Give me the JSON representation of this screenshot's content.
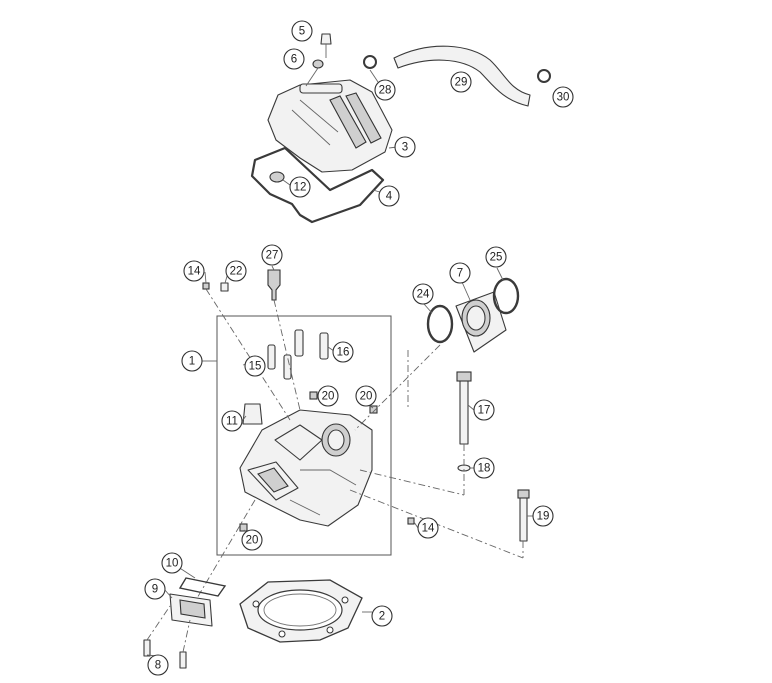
{
  "callouts": [
    {
      "id": "c5",
      "label": "5"
    },
    {
      "id": "c6",
      "label": "6"
    },
    {
      "id": "c28",
      "label": "28"
    },
    {
      "id": "c29",
      "label": "29"
    },
    {
      "id": "c30",
      "label": "30"
    },
    {
      "id": "c3",
      "label": "3"
    },
    {
      "id": "c12",
      "label": "12"
    },
    {
      "id": "c4",
      "label": "4"
    },
    {
      "id": "c27",
      "label": "27"
    },
    {
      "id": "c14a",
      "label": "14"
    },
    {
      "id": "c22",
      "label": "22"
    },
    {
      "id": "c25",
      "label": "25"
    },
    {
      "id": "c7",
      "label": "7"
    },
    {
      "id": "c24",
      "label": "24"
    },
    {
      "id": "c1",
      "label": "1"
    },
    {
      "id": "c16",
      "label": "16"
    },
    {
      "id": "c15",
      "label": "15"
    },
    {
      "id": "c20a",
      "label": "20"
    },
    {
      "id": "c20b",
      "label": "20"
    },
    {
      "id": "c11",
      "label": "11"
    },
    {
      "id": "c17",
      "label": "17"
    },
    {
      "id": "c18",
      "label": "18"
    },
    {
      "id": "c19",
      "label": "19"
    },
    {
      "id": "c14b",
      "label": "14"
    },
    {
      "id": "c20c",
      "label": "20"
    },
    {
      "id": "c10",
      "label": "10"
    },
    {
      "id": "c9",
      "label": "9"
    },
    {
      "id": "c2",
      "label": "2"
    },
    {
      "id": "c8",
      "label": "8"
    }
  ]
}
